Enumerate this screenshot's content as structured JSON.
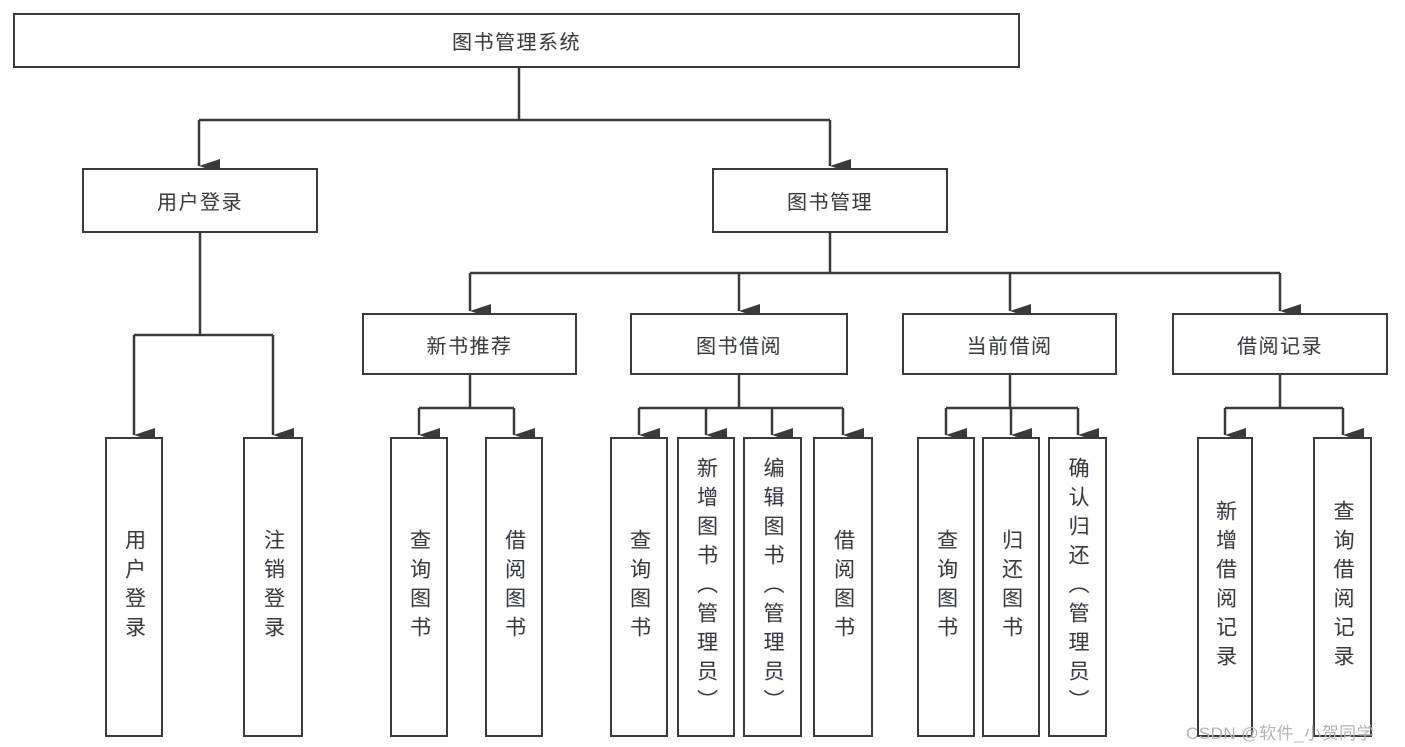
{
  "colors": {
    "line": "#3a3a3c",
    "text": "#3a3a3c",
    "box_background": "#ffffff",
    "watermark": "#b4b4b4"
  },
  "watermark": {
    "text": "CSDN @软件_小贺同学"
  },
  "diagram": {
    "type": "tree",
    "root": {
      "label": "图书管理系统"
    },
    "level2": [
      {
        "label": "用户登录"
      },
      {
        "label": "图书管理"
      }
    ],
    "level3": [
      {
        "label": "新书推荐",
        "parent": "图书管理"
      },
      {
        "label": "图书借阅",
        "parent": "图书管理"
      },
      {
        "label": "当前借阅",
        "parent": "图书管理"
      },
      {
        "label": "借阅记录",
        "parent": "图书管理"
      }
    ],
    "leaves": [
      {
        "label": "用户登录",
        "parent": "用户登录"
      },
      {
        "label": "注销登录",
        "parent": "用户登录"
      },
      {
        "label": "查询图书",
        "parent": "新书推荐"
      },
      {
        "label": "借阅图书",
        "parent": "新书推荐"
      },
      {
        "label": "查询图书",
        "parent": "图书借阅"
      },
      {
        "label": "新增图书（管理员）",
        "parent": "图书借阅"
      },
      {
        "label": "编辑图书（管理员）",
        "parent": "图书借阅"
      },
      {
        "label": "借阅图书",
        "parent": "图书借阅"
      },
      {
        "label": "查询图书",
        "parent": "当前借阅"
      },
      {
        "label": "归还图书",
        "parent": "当前借阅"
      },
      {
        "label": "确认归还（管理员）",
        "parent": "当前借阅"
      },
      {
        "label": "新增借阅记录",
        "parent": "借阅记录"
      },
      {
        "label": "查询借阅记录",
        "parent": "借阅记录"
      }
    ]
  }
}
